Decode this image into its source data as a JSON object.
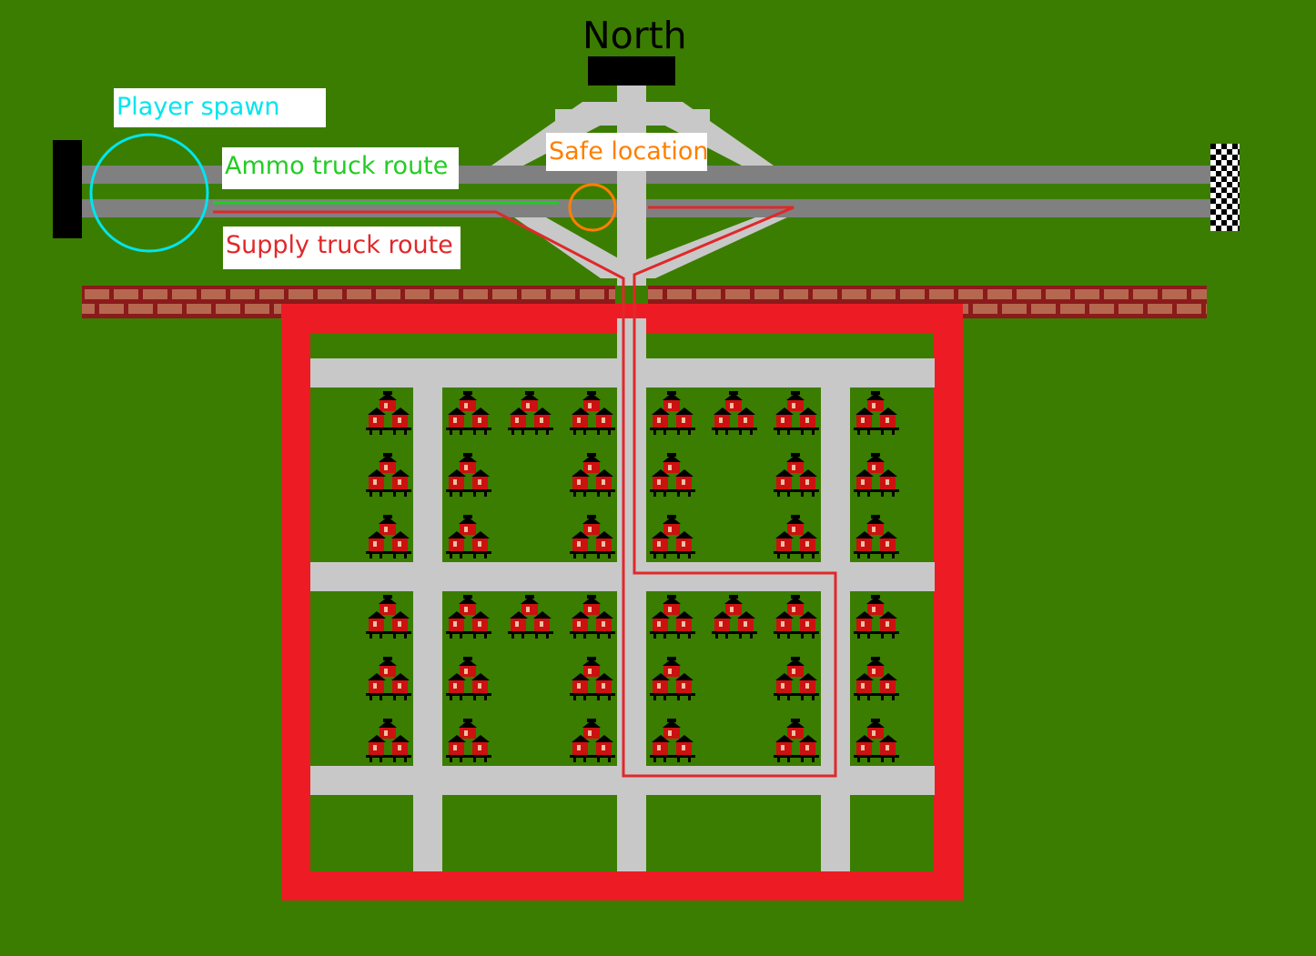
{
  "map": {
    "title": "North",
    "labels": {
      "player_spawn": "Player spawn",
      "ammo_route": "Ammo truck route",
      "supply_route": "Supply truck route",
      "safe_location": "Safe location"
    },
    "colors": {
      "grass": "#3b7d00",
      "highway": "#808080",
      "street": "#c8c8c8",
      "perimeter": "#ed1c24",
      "brick_wall": "#b5684f",
      "brick_mortar": "#8b1a1a",
      "player_spawn": "#00e5ee",
      "ammo_route": "#22cc22",
      "supply_route": "#e0282a",
      "safe_location": "#ff7f00"
    },
    "icons": [
      "north-gate-marker",
      "west-gate-marker",
      "finish-flag-icon",
      "house-icon"
    ]
  }
}
